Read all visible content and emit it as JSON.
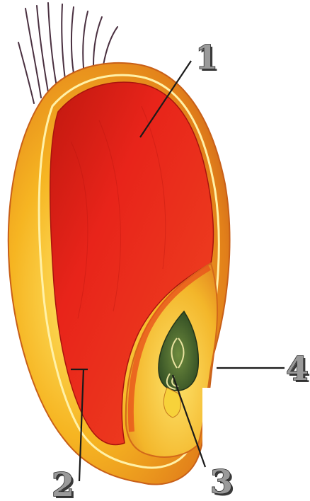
{
  "diagram": {
    "labels": [
      {
        "id": "1",
        "text": "1"
      },
      {
        "id": "2",
        "text": "2"
      },
      {
        "id": "3",
        "text": "3"
      },
      {
        "id": "4",
        "text": "4"
      }
    ]
  },
  "colors": {
    "hull": "#f2a718",
    "hull_edge": "#d9701a",
    "endosperm": "#e0201a",
    "endosperm_dark": "#b8140f",
    "embryo_yellow": "#f7d23a",
    "embryo_leaf": "#3e5b2a",
    "hairs": "#4a3040",
    "leader_line": "#1a1a1a"
  }
}
